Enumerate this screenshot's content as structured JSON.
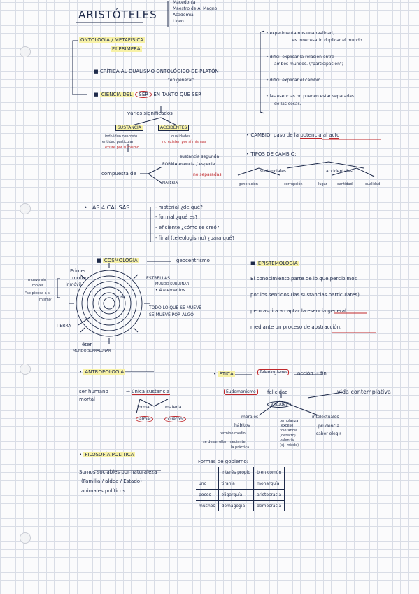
{
  "header": {
    "title": "ARISTÓTELES",
    "notes": [
      "Macedonia",
      "Maestro de A. Magno",
      "Academia",
      "Liceo"
    ]
  },
  "ontologia": {
    "heading": "ONTOLOGÍA / METAFÍSICA",
    "subheading": "Fª PRIMERA",
    "item1": "CRÍTICA AL DUALISMO ONTOLÓGICO DE PLATÓN",
    "item1_note": "\"en general\"",
    "item2_a": "CIENCIA DEL",
    "item2_ser": "SER",
    "item2_b": "EN TANTO QUE SER",
    "varios": "varios significados",
    "sustancia": "SUSTANCIA",
    "accidentes": "ACCIDENTES",
    "sust_note1": "individuo concreto",
    "sust_note2": "entidad particular",
    "sust_note3": "existe por sí mismo",
    "acc_note1": "cualidades",
    "acc_note2": "no existen por sí mismas",
    "compuesta": "compuesta de",
    "forma": "FORMA",
    "forma_note": "esencia / especie",
    "forma_note2": "sustancia segunda",
    "materia": "MATERIA",
    "no_separadas": "no separadas",
    "right_notes": [
      "experimentamos una realidad,",
      "es innecesario duplicar el mundo",
      "difícil explicar la relación entre",
      "ambos mundos. (\"participación\")",
      "difícil explicar el cambio",
      "las esencias no pueden estar separadas",
      "de las cosas."
    ],
    "cambio_label": "CAMBIO:",
    "cambio_text_a": "paso de la",
    "cambio_potencia": "potencia",
    "cambio_al": "al",
    "cambio_acto": "acto",
    "tipos": "TIPOS DE CAMBIO:",
    "sustanciales": "sustanciales",
    "accidentales": "accidentales",
    "tipos_sub": [
      "generación",
      "corrupción",
      "lugar",
      "cantidad",
      "cualidad"
    ]
  },
  "causas": {
    "label": "LAS 4 CAUSAS",
    "items": [
      "material ¿de qué?",
      "formal ¿qué es?",
      "eficiente ¿cómo se creó?",
      "final (teleologismo) ¿para qué?"
    ]
  },
  "cosmologia": {
    "heading": "COSMOLOGÍA",
    "geocentrismo": "geocentrismo",
    "left1": "mueve sin",
    "left2": "mover",
    "left3": "\"se piensa a sí",
    "left4": "mismo\"",
    "primer": "Primer",
    "motor": "motor",
    "inmovil": "inmóvil",
    "estrellas": "ESTRELLAS",
    "sublunar": "MUNDO SUBLUNAR",
    "elementos": "4 elementos",
    "luna": "LUNA",
    "tierra": "TIERRA",
    "todo1": "TODO LO QUE SE MUEVE",
    "todo2": "SE MUEVE POR ALGO",
    "eter": "éter",
    "supralunar": "MUNDO SUPRALUNAR"
  },
  "epistemologia": {
    "heading": "EPISTEMOLOGÍA",
    "lines": [
      "El conocimiento parte de lo que percibimos",
      "por los sentidos (las sustancias particulares)",
      "pero aspira a captar la esencia general",
      "mediante un proceso de abstracción."
    ]
  },
  "antropologia": {
    "heading": "ANTROPOLOGÍA",
    "ser_humano": "ser humano",
    "mortal": "mortal",
    "unica": "única sustancia",
    "forma": "forma",
    "materia": "materia",
    "alma": "alma",
    "cuerpo": "cuerpo"
  },
  "etica": {
    "heading": "ÉTICA",
    "teleologismo": "Teleologismo",
    "accion": "acción → fin",
    "eudemonismo": "Eudemonismo",
    "felicidad": "felicidad",
    "vida": "vida contemplativa",
    "virtudes": "virtudes",
    "morales": "morales",
    "habitos": "hábitos",
    "termino": "término medio",
    "desarrollan": "se desarrollan mediante",
    "practica": "la práctica",
    "intelectuales": "intelectuales",
    "prudencia": "prudencia",
    "saber": "saber elegir",
    "morales_list": [
      "templanza",
      "(exceso)",
      "tolerancia",
      "(defecto)",
      "valentía",
      "(ej. miedo)"
    ]
  },
  "politica": {
    "heading": "FILOSOFÍA POLÍTICA",
    "text1": "Somos sociables por naturaleza",
    "text2": "(Familia / aldea / Estado)",
    "text3": "animales políticos",
    "formas_title": "Formas de gobierno:",
    "table": {
      "headers": [
        "",
        "interés propio",
        "bien común"
      ],
      "rows": [
        [
          "uno",
          "tiranía",
          "monarquía"
        ],
        [
          "pocos",
          "oligarquía",
          "aristocracia"
        ],
        [
          "muchos",
          "demagogia",
          "democracia"
        ]
      ]
    }
  }
}
